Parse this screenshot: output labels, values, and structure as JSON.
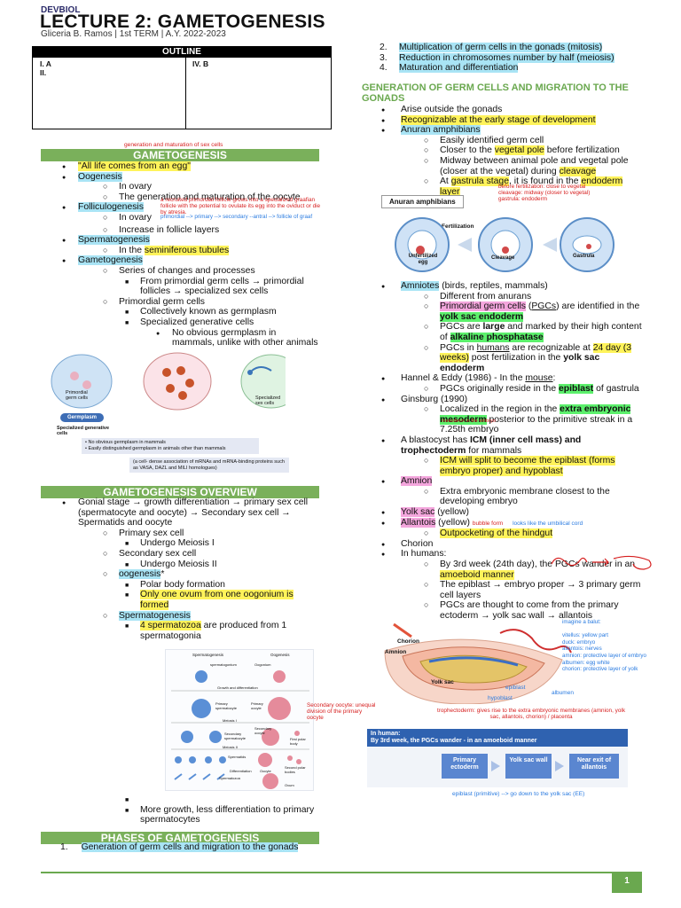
{
  "header": {
    "course": "DEVBIOL",
    "title": "LECTURE 2: GAMETOGENESIS",
    "author": "Gliceria B. Ramos",
    "term": "1st TERM",
    "year": "A.Y. 2022-2023"
  },
  "outline": {
    "title": "OUTLINE",
    "left": [
      "I. A",
      "II."
    ],
    "right": [
      "IV. B"
    ]
  },
  "left_col": {
    "red_note": "generation and maturation of sex cells",
    "heading1": "GAMETOGENESIS",
    "items": {
      "egg": "\"All life comes from an egg\"",
      "oogenesis": "Oogenesis",
      "in_ovary": "In ovary",
      "gen_mat": "The generation and maturation of the oocyte",
      "folliculogenesis": "Folliculogenesis",
      "follic_note": "a recruited primordial follicle grows into a specialized graafian follicle with the potential to ovulate its egg into the oviduct or die by atresia.",
      "in_ovary2": "In ovary",
      "follic_seq": "primordial --> primary --> secondary --antral --> follicle of graaf",
      "increase": "Increase in follicle layers",
      "spermatogenesis": "Spermatogenesis",
      "in_the": "In the ",
      "seminiferous": "seminiferous tubules",
      "gametogenesis": "Gametogenesis",
      "series": "Series of changes and processes",
      "from_primordial": "From primordial germ cells → primordial follicles → specialized sex cells",
      "pgc": "Primordial germ cells",
      "collectively": "Collectively known as germplasm",
      "specialized": "Specialized generative cells",
      "no_germplasm": "No obvious germplasm in mammals, unlike with other animals"
    },
    "fig1": {
      "label_pgc": "Primordial germ cells",
      "label_ssc": "Specialized sex cells",
      "germplasm": "Germplasm",
      "spec": "Specialized generative cells",
      "bullet1": "No obvious germplasm in mammals",
      "bullet2": "Easily distinguished germplasm in animals other than mammals",
      "caption": "(a cell- dense association of mRNAs and mRNA-binding proteins such as VASA, DAZL and MILI homologues)"
    },
    "heading2": "GAMETOGENESIS OVERVIEW",
    "overview": {
      "gonial": "Gonial stage → growth differentiation → primary sex cell (spermatocyte and oocyte) → Secondary sex cell → Spermatids and oocyte",
      "primary": "Primary sex cell",
      "meiosis1": "Undergo Meiosis I",
      "secondary": "Secondary sex cell",
      "meiosis2": "Undergo Meiosis II",
      "oogenesis": "oogenesis",
      "oogenesis_star": "*",
      "polar": "Polar body formation",
      "one_ovum": "Only one ovum from one oogonium is formed",
      "spermatogenesis": "Spermatogenesis",
      "four_sperm": "4 spermatozoa",
      "four_rest": " are produced from 1 spermatogonia",
      "more_growth": "More growth, less differentiation to primary spermatocytes"
    },
    "fig2": {
      "spermatogenesis": "Spermatogenesis",
      "oogenesis": "Oogenesis",
      "spermatogonium": "spermatogonium",
      "oogonium": "Oogonium",
      "growth": "Growth and differentiation",
      "primary_sc": "Primary spermatocyte",
      "primary_oo": "Primary oocyte",
      "meiosis1": "Meiosis I",
      "secondary_sc": "Secondary spermatocyte",
      "secondary_oo": "Secondary oocyte",
      "first_polar": "First polar body",
      "meiosis2": "Meiosis II",
      "spermatids": "Spermatids",
      "second_polar": "Second polar bodies",
      "oocyte": "Oocyte",
      "differentiation": "Differentiation",
      "spermatozoa": "Spermatozoa",
      "ovum": "Ovum",
      "note": "Secondary oocyte: unequal division of the primary oocyte"
    },
    "heading3": "PHASES OF GAMETOGENESIS",
    "phase1": "Generation of germ cells and migration to the gonads"
  },
  "right_col": {
    "phases": [
      {
        "num": "2.",
        "text": "Multiplication of germ cells in the gonads (mitosis)"
      },
      {
        "num": "3.",
        "text": "Reduction in chromosomes number by half (meiosis)"
      },
      {
        "num": "4.",
        "text": "Maturation and differentiation"
      }
    ],
    "heading": "GENERATION OF GERM CELLS AND MIGRATION TO THE GONADS",
    "items": {
      "arise": "Arise outside the gonads",
      "recognizable": "Recognizable at the early stage of development",
      "anuran": "Anuran amphibians",
      "easily": "Easily identified germ cell",
      "closer_a": "Closer to the ",
      "vegetal_pole": "vegetal pole",
      "closer_b": " before fertilization",
      "midway_a": "Midway between animal pole and vegetal pole (closer at the vegetal) during ",
      "cleavage": "cleavage",
      "at": "At ",
      "gastrula": "gastrula stage",
      "found": ", it is found in the ",
      "endoderm": "endoderm layer",
      "note": "before fertilization: close to vegetal\ncleavage: midway (closer to vegetal)\ngastrula: endoderm"
    },
    "fig3": {
      "title": "Anuran amphibians",
      "fertilization": "Fertilization",
      "unfertilized": "Unfertilized egg",
      "cleavage": "Cleavage",
      "gastrula": "Gastrula"
    },
    "amniotes": {
      "amniotes": "Amniotes",
      "amniotes_rest": " (birds, reptiles, mammals)",
      "different": "Different from anurans",
      "pgc_a": "Primordial germ cells",
      "pgc_b": " (",
      "pgc_c": "PGCs",
      "pgc_d": ") are identified in the ",
      "yolk_sac": "yolk sac endoderm",
      "large_a": "PGCs are ",
      "large_b": "large",
      "large_c": " and marked by their high content of ",
      "alp": "alkaline phosphatase",
      "humans_a": "PGCs in ",
      "humans_b": "humans",
      "humans_c": " are recognizable at ",
      "humans_d": "24 day (3 weeks)",
      "humans_e": " post fertilization in the ",
      "humans_f": "yolk sac endoderm",
      "hannel": "Hannel & Eddy (1986) - In the ",
      "mouse": "mouse",
      "colon": ":",
      "orig_a": "PGCs originally reside in the ",
      "epiblast": "epiblast",
      "orig_b": " of gastrula",
      "ginsburg": "Ginsburg (1990)",
      "local_a": "Localized in the region in the ",
      "extra": "extra embryonic mesoderm",
      "local_b": " posterior to the primitive streak in a 7.25th embryo",
      "local_note": "mesoderm in the embryo",
      "blast_a": "A blastocyst has ",
      "blast_b": "ICM (inner cell mass) and trophectoderm",
      "blast_c": " for mammals",
      "icm": "ICM will split to become the epiblast (forms embryo proper) and hypoblast",
      "amnion": "Amnion",
      "extra_emb": "Extra embryonic membrane closest to the developing embryo",
      "yolk": "Yolk sac",
      "yolk_rest": " (yellow)",
      "allantois": "Allantois",
      "allantois_rest": " (yellow) ",
      "bubble": "bubble form",
      "umbilical": "looks like the umbilical cord",
      "outpocket": "Outpocketing of the hindgut",
      "chorion": "Chorion",
      "in_humans": "In humans:",
      "third_a": "By 3rd week (24th day), the PGCs wander in an ",
      "amoeboid": "amoeboid manner",
      "epiblast_line": "The epiblast → embryo proper → 3 primary germ cell layers",
      "thought": "PGCs are thought to come from the primary ectoderm → yolk sac wall → allantois"
    },
    "fig4": {
      "chorion": "Chorion",
      "amnion": "Amnion",
      "yolk": "Yolk sac",
      "epiblast": "epiblast",
      "hypoblast": "hypoblast",
      "albumen": "albumen",
      "balut": "imagine a balut:\n\nvitellus: yellow part\nduck: embryo\nallantois: nerves\namnion: protective layer of embryo\nalbumen: egg white\nchorion: protective layer of yolk",
      "troph": "trophectoderm: gives rise to the extra embryonic membranes (amnion, yolk sac, allantois, chorion) / placenta"
    },
    "fig5": {
      "line1": "In human:",
      "line2": "By 3rd week, the PGCs wander - in an amoeboid manner",
      "box1": "Primary ectoderm",
      "box2": "Yolk sac wall",
      "box3": "Near exit of allantois"
    },
    "bottom_note": "epiblast (primitive) --> go down to the yolk sac (EE)"
  },
  "footer": {
    "page": "1"
  }
}
